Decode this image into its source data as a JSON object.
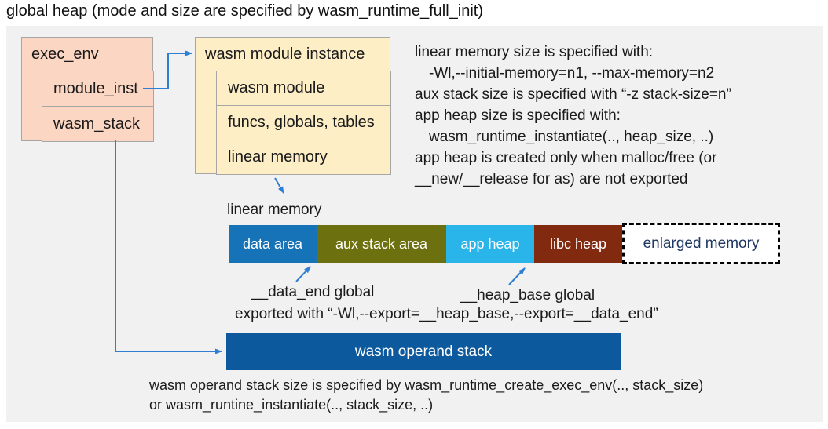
{
  "title": "global heap (mode and size are specified by wasm_runtime_full_init)",
  "exec_env": {
    "title": "exec_env",
    "rows": [
      "module_inst",
      "wasm_stack"
    ]
  },
  "module_instance": {
    "title": "wasm module instance",
    "rows": [
      "wasm module",
      "funcs, globals, tables",
      "linear memory"
    ]
  },
  "notes_right": {
    "lines": [
      "linear memory size is specified with:",
      "-Wl,--initial-memory=n1, --max-memory=n2",
      "aux stack size is specified with “-z stack-size=n”",
      "app heap size is specified with:",
      "wasm_runtime_instantiate(.., heap_size, ..)",
      "app heap is created only when malloc/free (or",
      "__new/__release for as) are not exported"
    ]
  },
  "linear_memory": {
    "label": "linear memory",
    "segments": [
      {
        "name": "data-area",
        "label": "data area",
        "color": "#1673b8"
      },
      {
        "name": "aux-stack-area",
        "label": "aux stack area",
        "color": "#6c700f"
      },
      {
        "name": "app-heap",
        "label": "app heap",
        "color": "#29b5ea"
      },
      {
        "name": "libc-heap",
        "label": "libc heap",
        "color": "#812a10"
      },
      {
        "name": "enlarged-memory",
        "label": "enlarged memory",
        "color": "#ffffff"
      }
    ]
  },
  "annotations": {
    "data_end": "__data_end global",
    "heap_base": "__heap_base global",
    "exported": "exported with “-Wl,--export=__heap_base,--export=__data_end”"
  },
  "operand_stack": {
    "label": "wasm operand stack",
    "note_line1": "wasm operand stack size is specified by wasm_runtime_create_exec_env(.., stack_size)",
    "note_line2": "or wasm_runtine_instantiate(.., stack_size, ..)"
  },
  "colors": {
    "panel_bg": "#f1f1f2",
    "struct_salmon": "#fbd6c2",
    "struct_cream": "#fdeec6",
    "struct_border": "#a6a6a6",
    "connector_blue": "#2f7ed3",
    "bar_data_area": "#1673b8",
    "bar_aux_stack": "#6c700f",
    "bar_app_heap": "#29b5ea",
    "bar_libc_heap": "#812a10",
    "enlarged_text_navy": "#1f3864",
    "operand_stack_bg": "#0c5a9d"
  }
}
